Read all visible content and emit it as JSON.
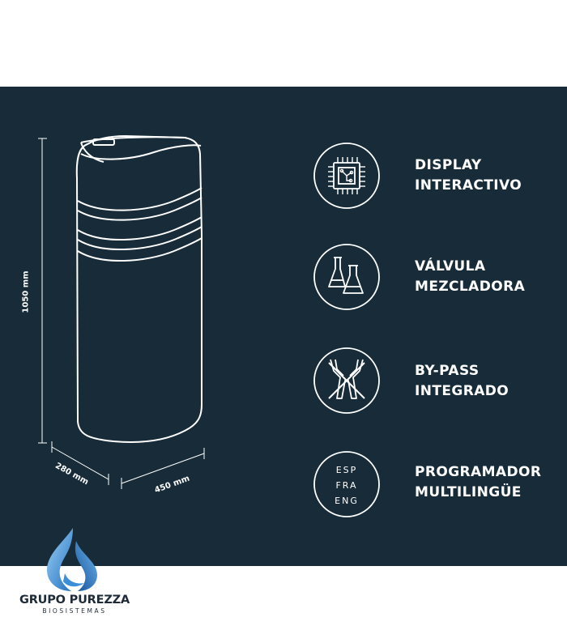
{
  "colors": {
    "panel": "#172c38",
    "line": "#ffffff",
    "brand_dark": "#1d2a38",
    "brand_blue": "#3a8fd8"
  },
  "dimensions": {
    "height": "1050 mm",
    "depth": "280 mm",
    "width": "450 mm"
  },
  "features": [
    {
      "icon": "chip-icon",
      "line1": "DISPLAY",
      "line2": "INTERACTIVO"
    },
    {
      "icon": "flasks-icon",
      "line1": "VÁLVULA",
      "line2": "MEZCLADORA"
    },
    {
      "icon": "bypass-icon",
      "line1": "BY-PASS",
      "line2": "INTEGRADO"
    },
    {
      "icon": "language-icon",
      "line1": "PROGRAMADOR",
      "line2": "MULTILINGÜE",
      "languages": [
        "ESP",
        "FRA",
        "ENG"
      ]
    }
  ],
  "brand": {
    "name": "GRUPO PUREZZA",
    "tagline": "BIOSISTEMAS"
  }
}
